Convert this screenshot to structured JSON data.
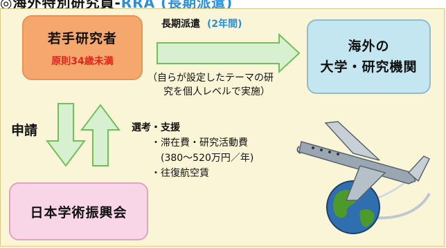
{
  "header": {
    "title": "◎海外特別研究員-RRA (長期派遣)",
    "title_prefix": "◎海外特別研究員-",
    "title_accent": "RRA (長期派遣)"
  },
  "boxes": {
    "researcher": {
      "title": "若手研究者",
      "condition": "原則34歳未満"
    },
    "institution": {
      "line1": "海外の",
      "line2": "大学・研究機関"
    },
    "jsps": {
      "title": "日本学術振興会"
    }
  },
  "dispatch": {
    "label": "長期派遣",
    "period": "(2年間)",
    "note_line1": "（自らが設定したテーマの研",
    "note_line2": "究を個人レベルで実施）"
  },
  "application": {
    "label": "申請"
  },
  "selection": {
    "label": "選考・支援",
    "item1": "・滞在費・研究活動費",
    "item1_amount": "(380～520万円／年)",
    "item2": "・往復航空賃"
  },
  "colors": {
    "background": "#fbf5d8",
    "researcher_box": "#f5a76e",
    "institution_box": "#c4e6f0",
    "jsps_box": "#f9d6e7",
    "arrow_fill": "#d7f0cf",
    "arrow_stroke": "#6fbf5a",
    "condition_text": "#e0261a",
    "accent_blue": "#2a8fd6"
  },
  "illustration": {
    "icon": "airplane-globe-icon"
  }
}
